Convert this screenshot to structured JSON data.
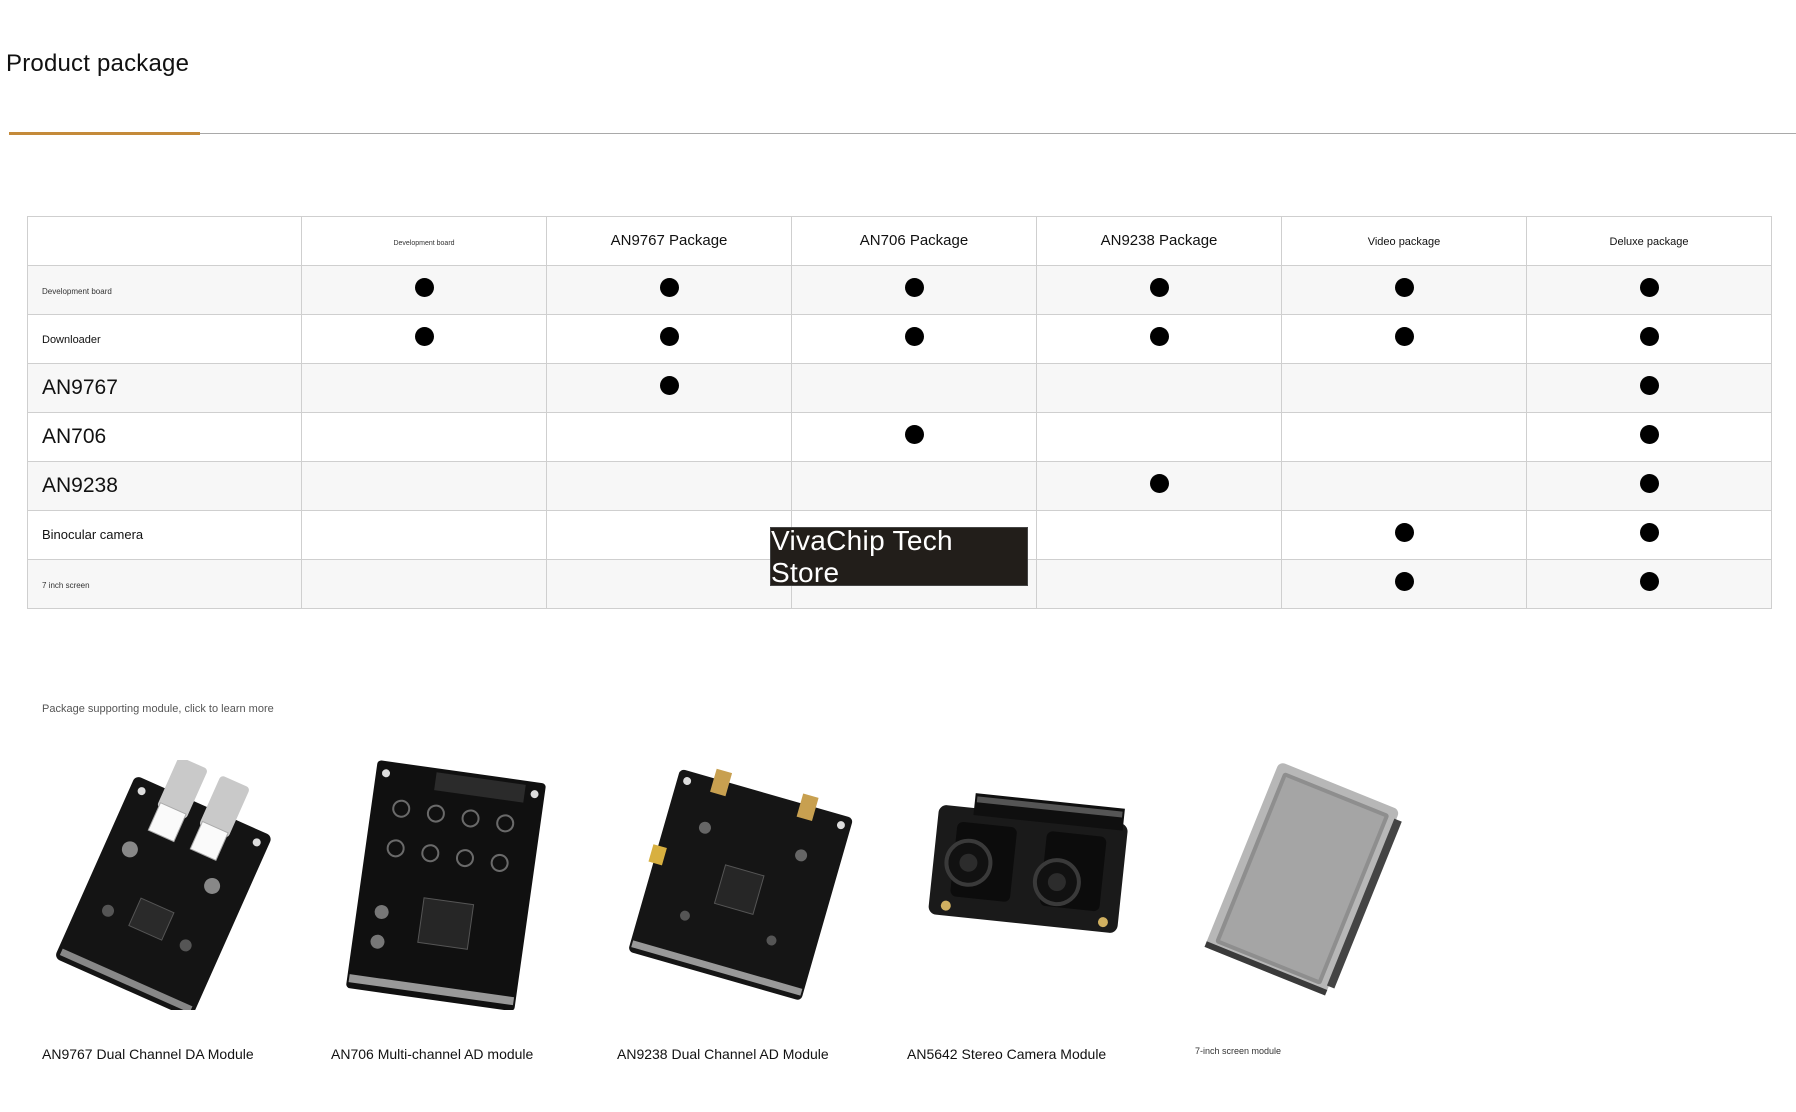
{
  "page": {
    "title": "Product package",
    "accent_color": "#c48a3a",
    "rule_color": "#a9a9a9"
  },
  "table": {
    "columns": [
      "Development board",
      "AN9767 Package",
      "AN706 Package",
      "AN9238 Package",
      "Video package",
      "Deluxe package"
    ],
    "rows": [
      {
        "label": "Development board",
        "included": [
          true,
          true,
          true,
          true,
          true,
          true
        ]
      },
      {
        "label": "Downloader",
        "included": [
          true,
          true,
          true,
          true,
          true,
          true
        ]
      },
      {
        "label": "AN9767",
        "included": [
          false,
          true,
          false,
          false,
          false,
          true
        ]
      },
      {
        "label": "AN706",
        "included": [
          false,
          false,
          true,
          false,
          false,
          true
        ]
      },
      {
        "label": "AN9238",
        "included": [
          false,
          false,
          false,
          true,
          false,
          true
        ]
      },
      {
        "label": "Binocular camera",
        "included": [
          false,
          false,
          false,
          false,
          true,
          true
        ]
      },
      {
        "label": "7 inch screen",
        "included": [
          false,
          false,
          false,
          false,
          true,
          true
        ]
      }
    ],
    "dot_icon": "filled-circle-icon"
  },
  "watermark": {
    "text": "VivaChip Tech Store"
  },
  "modules": {
    "caption": "Package supporting module, click to learn more",
    "items": [
      {
        "name": "AN9767 Dual Channel DA Module",
        "image": "an9767-board-image"
      },
      {
        "name": "AN706 Multi-channel AD module",
        "image": "an706-board-image"
      },
      {
        "name": "AN9238 Dual Channel AD Module",
        "image": "an9238-board-image"
      },
      {
        "name": "AN5642 Stereo Camera Module",
        "image": "an5642-camera-image"
      },
      {
        "name": "7-inch screen module",
        "image": "lcd-screen-image"
      }
    ]
  }
}
